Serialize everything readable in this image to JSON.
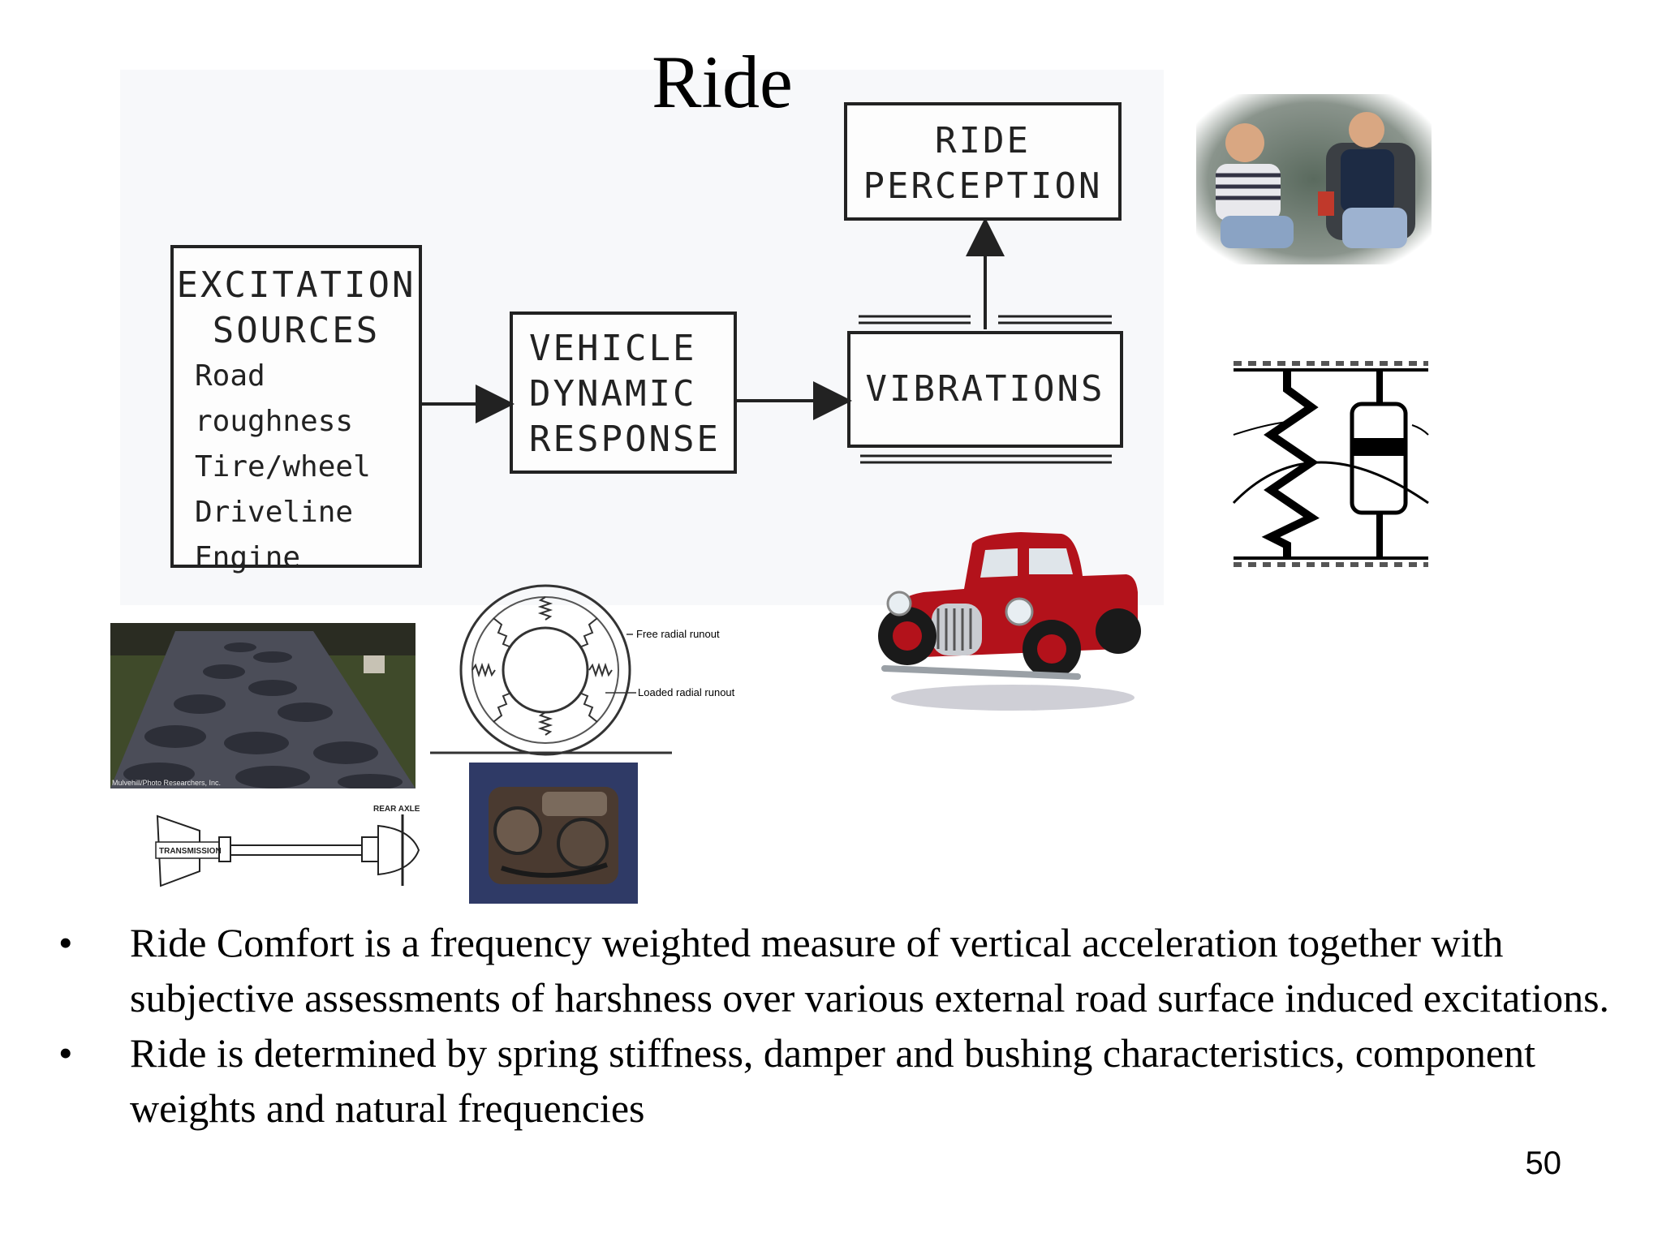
{
  "slide": {
    "title": "Ride",
    "page_number": "50"
  },
  "diagram": {
    "excitation": {
      "title_line1": "EXCITATION",
      "title_line2": "SOURCES",
      "items": [
        "Road roughness",
        "Tire/wheel",
        "Driveline",
        "Engine"
      ]
    },
    "vehicle": {
      "lines": [
        "VEHICLE",
        "DYNAMIC",
        "RESPONSE"
      ]
    },
    "vibrations": "VIBRATIONS",
    "perception": {
      "line1": "RIDE",
      "line2": "PERCEPTION"
    }
  },
  "figures": {
    "tire_labels": [
      "Free radial runout",
      "Loaded radial runout"
    ],
    "driveline_labels": [
      "REAR AXLE",
      "TRANSMISSION"
    ],
    "road_credit": "Mulvehill/Photo Researchers, Inc."
  },
  "bullets": [
    "Ride Comfort is a frequency weighted measure of vertical acceleration together with subjective assessments of harshness over various external road surface induced excitations.",
    "Ride is determined by spring stiffness, damper and  bushing characteristics, component weights and natural frequencies"
  ]
}
